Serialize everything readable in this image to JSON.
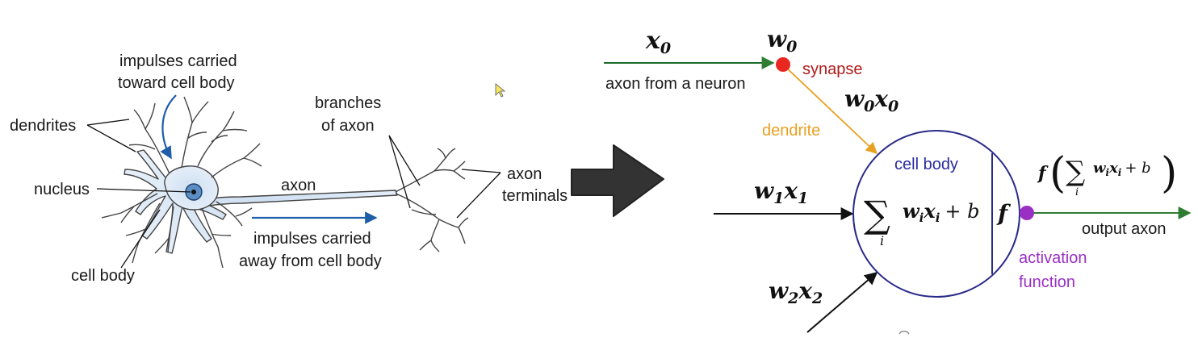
{
  "biological_neuron": {
    "impulses_toward": [
      "impulses carried",
      "toward cell body"
    ],
    "dendrites": "dendrites",
    "nucleus": "nucleus",
    "cell_body": "cell body",
    "axon": "axon",
    "branches": [
      "branches",
      "of axon"
    ],
    "terminals": [
      "axon",
      "terminals"
    ],
    "impulses_away": [
      "impulses carried",
      "away from cell body"
    ]
  },
  "artificial_neuron": {
    "x0": "x",
    "x0_sub": "0",
    "w0": "w",
    "w0_sub": "0",
    "synapse": "synapse",
    "axon_from": "axon from a neuron",
    "w0x0_a": "w",
    "w0x0_sub_a": "0",
    "w0x0_b": "x",
    "w0x0_sub_b": "0",
    "dendrite": "dendrite",
    "cell_body": "cell body",
    "w1x1_a": "w",
    "w1x1_sub_a": "1",
    "w1x1_b": "x",
    "w1x1_sub_b": "1",
    "w2x2_a": "w",
    "w2x2_sub_a": "2",
    "w2x2_b": "x",
    "w2x2_sub_b": "2",
    "sum_sym": "∑",
    "sum_index": "i",
    "sum_body": "w",
    "sum_i1": "i",
    "sum_x": "x",
    "sum_i2": "i",
    "sum_plus_b": "+ b",
    "f": "f",
    "output_axon": "output axon",
    "activation": [
      "activation",
      "function"
    ],
    "out_f": "f",
    "out_expr": "w",
    "out_expr_i1": "i",
    "out_expr_x": "x",
    "out_expr_i2": "i",
    "out_plus_b": "+ b"
  },
  "colors": {
    "synapse_dot": "#e8281f",
    "synapse_text": "#b11b1b",
    "dendrite": "#e8a020",
    "cell_body_text": "#2a2aa0",
    "circle": "#2a2a8a",
    "activation": "#9a2fc4",
    "output_line": "#2e7d32",
    "neuron_fill": "#dde9f5",
    "impulse_arrow": "#1f5ea8",
    "big_arrow": "#333333"
  }
}
